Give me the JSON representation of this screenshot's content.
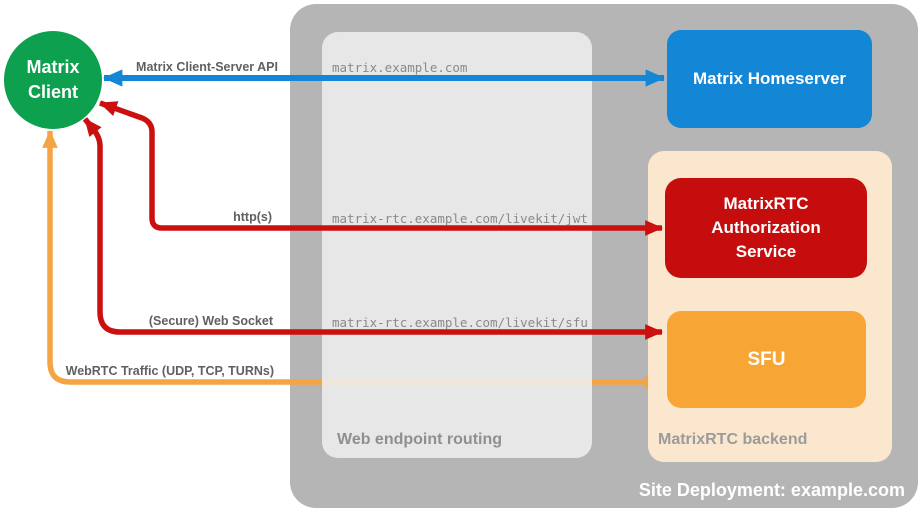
{
  "colors": {
    "green": "#0CA04F",
    "blue": "#1386D6",
    "red": "#C60D0D",
    "red_line": "#CC0F0F",
    "orange": "#F7A636",
    "orange_line": "#F5A443",
    "peach": "#FBE6CE",
    "outer_gray": "#B5B5B5",
    "inner_gray": "#E6E6E6"
  },
  "client": {
    "label": "Matrix Client"
  },
  "containers": {
    "site": {
      "label": "Site Deployment: example.com"
    },
    "routing": {
      "label": "Web endpoint routing"
    },
    "backend": {
      "label": "MatrixRTC backend"
    }
  },
  "nodes": {
    "homeserver": {
      "label": "Matrix Homeserver"
    },
    "auth": {
      "label": "MatrixRTC Authorization Service"
    },
    "sfu": {
      "label": "SFU"
    }
  },
  "edges": {
    "api": {
      "label": "Matrix Client-Server API",
      "route": "matrix.example.com"
    },
    "http": {
      "label": "http(s)",
      "route": "matrix-rtc.example.com/livekit/jwt"
    },
    "ws": {
      "label": "(Secure) Web Socket",
      "route": "matrix-rtc.example.com/livekit/sfu"
    },
    "webrtc": {
      "label": "WebRTC Traffic (UDP, TCP, TURNs)"
    }
  }
}
